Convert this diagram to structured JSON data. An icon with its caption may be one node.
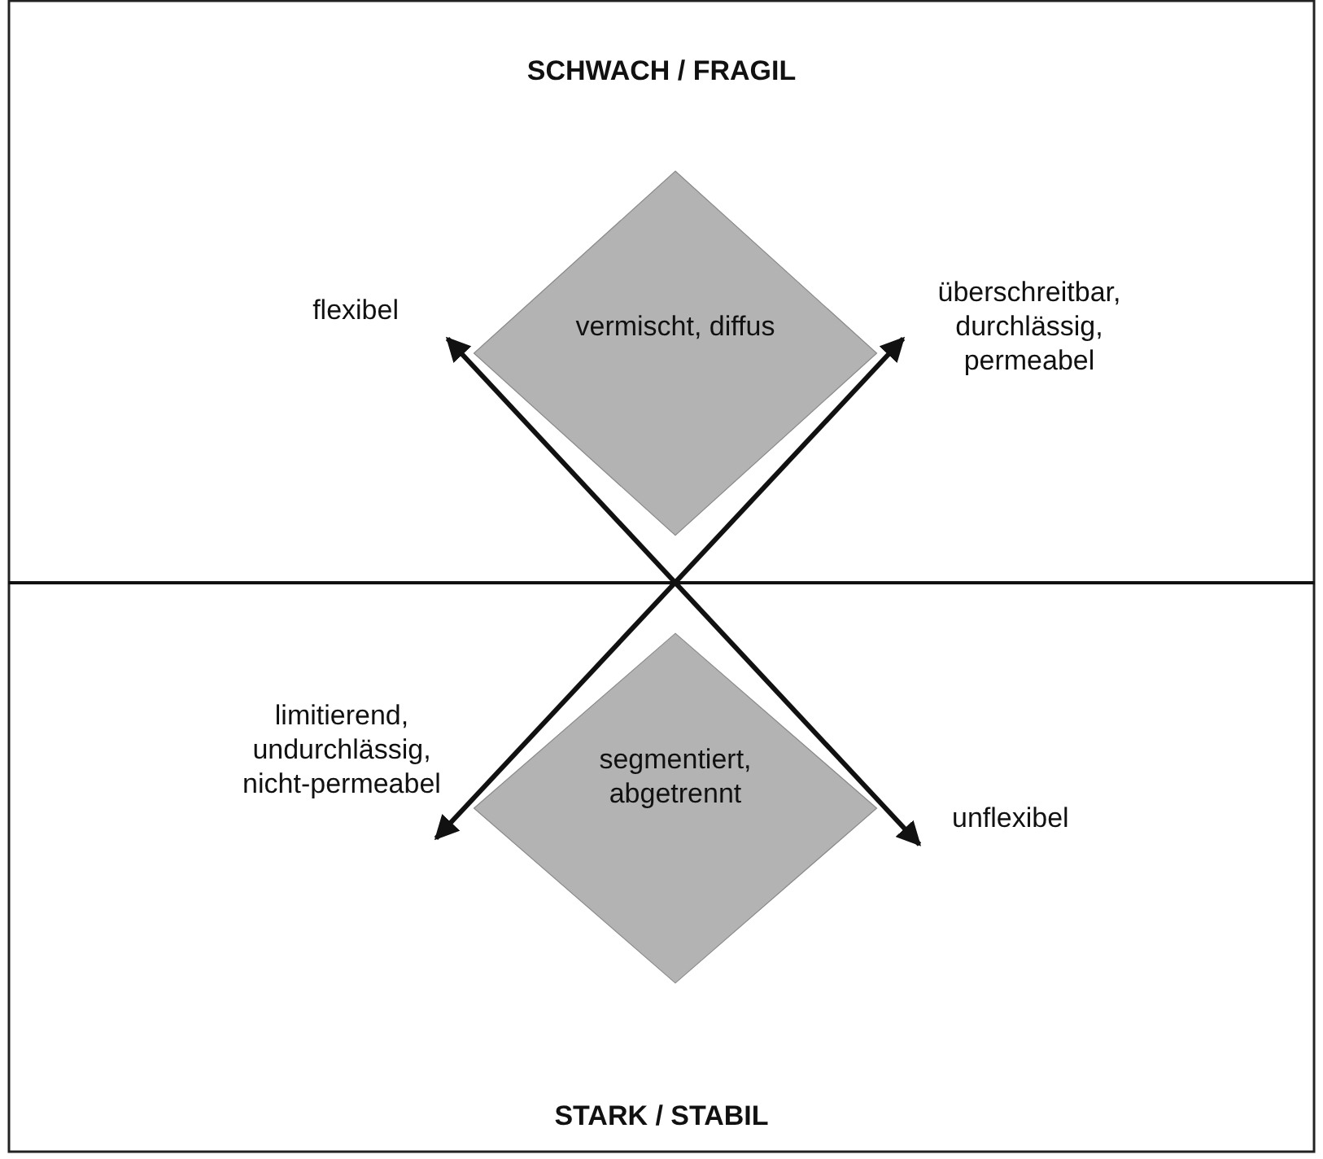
{
  "diagram": {
    "nodes": [
      {
        "text": [
          "vermischt, diffus"
        ]
      },
      {
        "text": [
          "segmentiert, abgetrennt"
        ]
      },
      {
        "text": [
          "flexibel"
        ]
      },
      {
        "text": [
          "überschreitbar, durchlässig, permeabel"
        ]
      },
      {
        "text": [
          "limitierend, undurchlässig, nicht-permeabel"
        ]
      },
      {
        "text": [
          "unflexibel"
        ]
      }
    ],
    "edges": [
      {
        "from": 2,
        "to": 5,
        "arrow": "both"
      },
      {
        "from": 3,
        "to": 4,
        "arrow": "both"
      }
    ],
    "labels": [
      "SCHWACH / FRAGIL",
      "STARK / STABIL"
    ]
  }
}
